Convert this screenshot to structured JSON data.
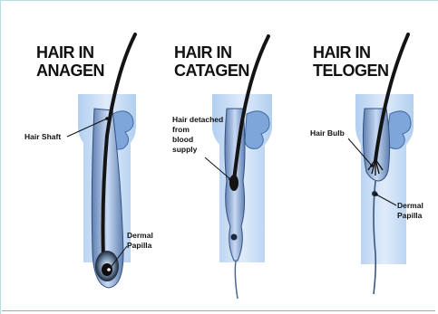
{
  "panels": [
    {
      "title_line1": "HAIR IN",
      "title_line2": "ANAGEN",
      "label_shaft": "Hair Shaft",
      "label_papilla_1": "Dermal",
      "label_papilla_2": "Papilla"
    },
    {
      "title_line1": "HAIR IN",
      "title_line2": "CATAGEN",
      "label_detached_1": "Hair detached",
      "label_detached_2": "from",
      "label_detached_3": "blood",
      "label_detached_4": "supply"
    },
    {
      "title_line1": "HAIR IN",
      "title_line2": "TELOGEN",
      "label_bulb": "Hair Bulb",
      "label_papilla_1": "Dermal",
      "label_papilla_2": "Papilla"
    }
  ],
  "colors": {
    "skin_blue": "#9fc3ec",
    "skin_light": "#dbe9fa",
    "hair_dark": "#1a1a1a",
    "frame_line": "#b9dbe3"
  }
}
